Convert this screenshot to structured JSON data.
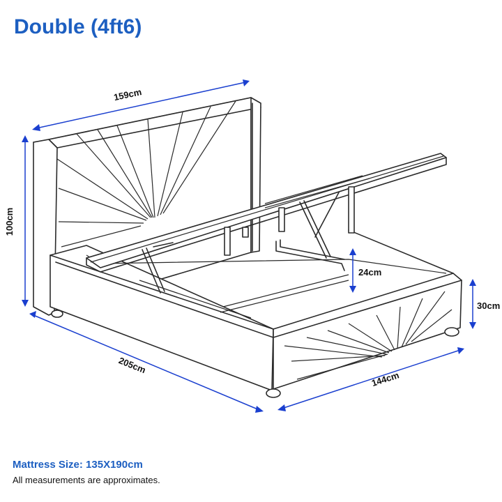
{
  "title": "Double (4ft6)",
  "dimensions": {
    "headboard_width": "159cm",
    "headboard_height": "100cm",
    "length": "205cm",
    "width": "144cm",
    "storage_depth": "24cm",
    "base_height": "30cm"
  },
  "footer": {
    "mattress_size": "Mattress Size: 135X190cm",
    "note": "All measurements are approximates."
  },
  "colors": {
    "accent": "#1d5fc1",
    "dimension_line": "#1a3fcf",
    "outline": "#2a2a2a"
  }
}
